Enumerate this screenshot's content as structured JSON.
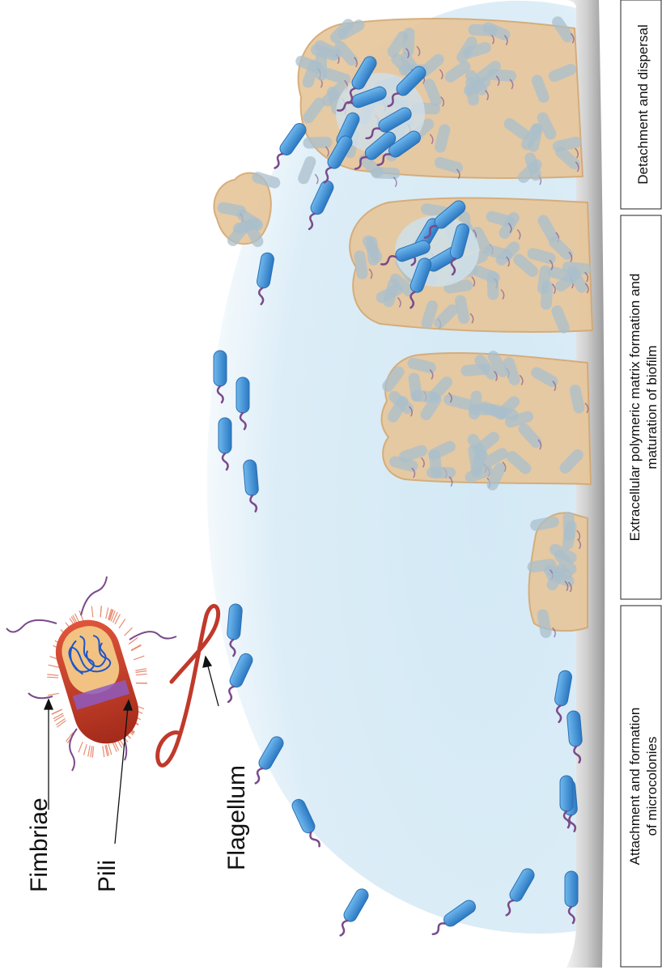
{
  "labels": {
    "fimbriae": "Fimbriae",
    "pili": "Pili",
    "flagellum": "Flagellum"
  },
  "stages": {
    "attachment": {
      "line1": "Attachment and formation",
      "line2": "of microcolonies"
    },
    "matrix": {
      "line1": "Extracellular polymeric matrix formation and",
      "line2": "maturation of biofilm"
    },
    "detachment": {
      "line1": "Detachment and dispersal"
    }
  },
  "colors": {
    "bacterium": "#3a8fd6",
    "matrix": "#e7c79c",
    "fluid": "#d6ebf6",
    "surface": "#c9c9c9",
    "pili": "#7a4a8a",
    "cell_wall": "#c0392b"
  }
}
